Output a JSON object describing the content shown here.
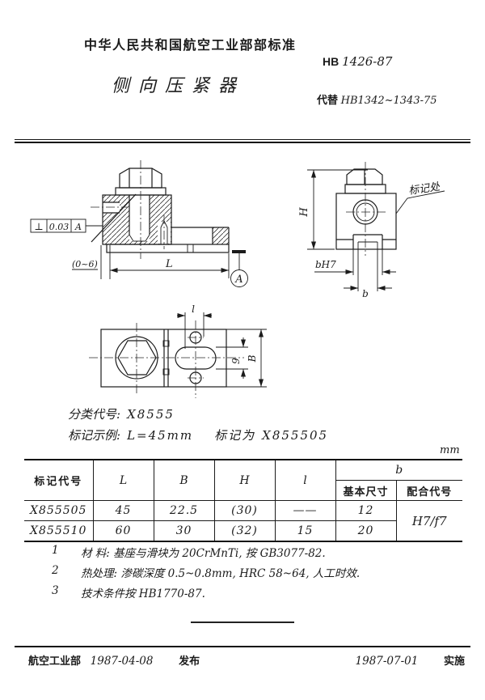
{
  "header": {
    "org": "中华人民共和国航空工业部部标准",
    "standard_no_prefix": "HB",
    "standard_no": "1426-87",
    "title": "侧向压紧器",
    "replaces_prefix": "代替",
    "replaces_value": "HB1342~1343-75"
  },
  "drawings": {
    "front_view": {
      "tolerance_symbol": "⊥",
      "tolerance_value": "0.03",
      "tolerance_datum": "A",
      "overhang_dim": "(0~6)",
      "length_dim": "L",
      "datum_label": "A"
    },
    "side_view": {
      "height_dim": "H",
      "mark_location": "标记处",
      "slot_fit": "bH7",
      "slot_dim": "b"
    },
    "top_view": {
      "l_dim": "l",
      "slot_width_dim": "9",
      "width_dim": "B"
    }
  },
  "classification": {
    "code_label": "分类代号:",
    "code_value": "X8555",
    "example_label": "标记示例:",
    "example_condition": "L=45mm",
    "example_mid": "标记为",
    "example_value": "X855505"
  },
  "table": {
    "unit": "mm",
    "headers": {
      "code": "标记代号",
      "L": "L",
      "B": "B",
      "H": "H",
      "l": "l",
      "b": "b",
      "basic": "基本尺寸",
      "fit": "配合代号"
    },
    "rows": [
      {
        "code": "X855505",
        "L": "45",
        "B": "22.5",
        "H": "(30)",
        "l": "——",
        "basic": "12"
      },
      {
        "code": "X855510",
        "L": "60",
        "B": "30",
        "H": "(32)",
        "l": "15",
        "basic": "20"
      }
    ],
    "fit_value": "H7/f7"
  },
  "notes": [
    {
      "no": "1",
      "text": "材 料: 基座与滑块为 20CrMnTi, 按 GB3077-82."
    },
    {
      "no": "2",
      "text": "热处理: 渗碳深度 0.5~0.8mm, HRC 58~64, 人工时效."
    },
    {
      "no": "3",
      "text": "技术条件按 HB1770-87."
    }
  ],
  "footer": {
    "issuer": "航空工业部",
    "issue_date": "1987-04-08",
    "issue_label": "发布",
    "impl_date": "1987-07-01",
    "impl_label": "实施"
  }
}
